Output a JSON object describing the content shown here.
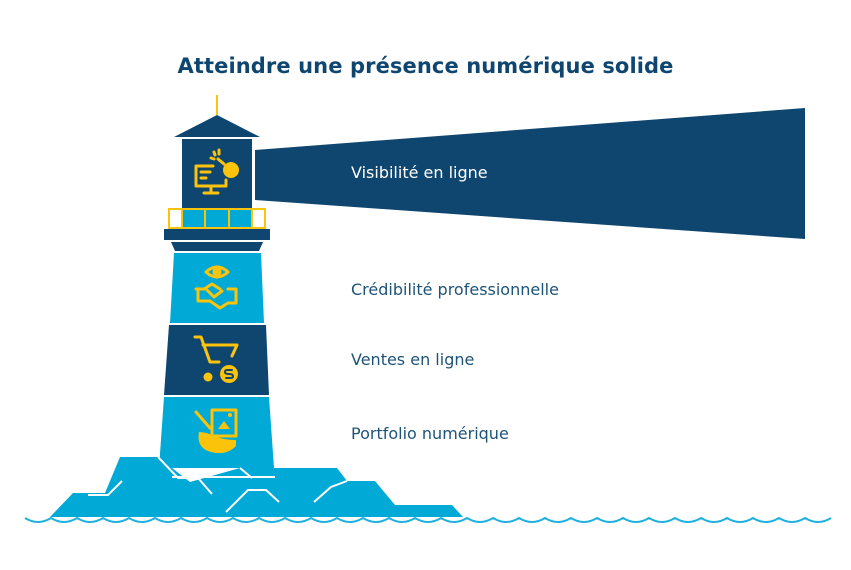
{
  "title": "Atteindre une présence numérique solide",
  "colors": {
    "navy": "#0f4670",
    "cyan": "#00a9d6",
    "yellow": "#fcc30b",
    "text": "#1e5378",
    "wave": "#1fb0de"
  },
  "levels": [
    {
      "label": "Visibilité en ligne",
      "icon": "computer-lightbulb-icon",
      "section": "lantern"
    },
    {
      "label": "Crédibilité professionnelle",
      "icon": "eye-handshake-icon",
      "section": "tower-top"
    },
    {
      "label": "Ventes en ligne",
      "icon": "cart-dollar-icon",
      "section": "tower-middle"
    },
    {
      "label": "Portfolio numérique",
      "icon": "brush-image-elephant-icon",
      "section": "tower-bottom"
    }
  ]
}
